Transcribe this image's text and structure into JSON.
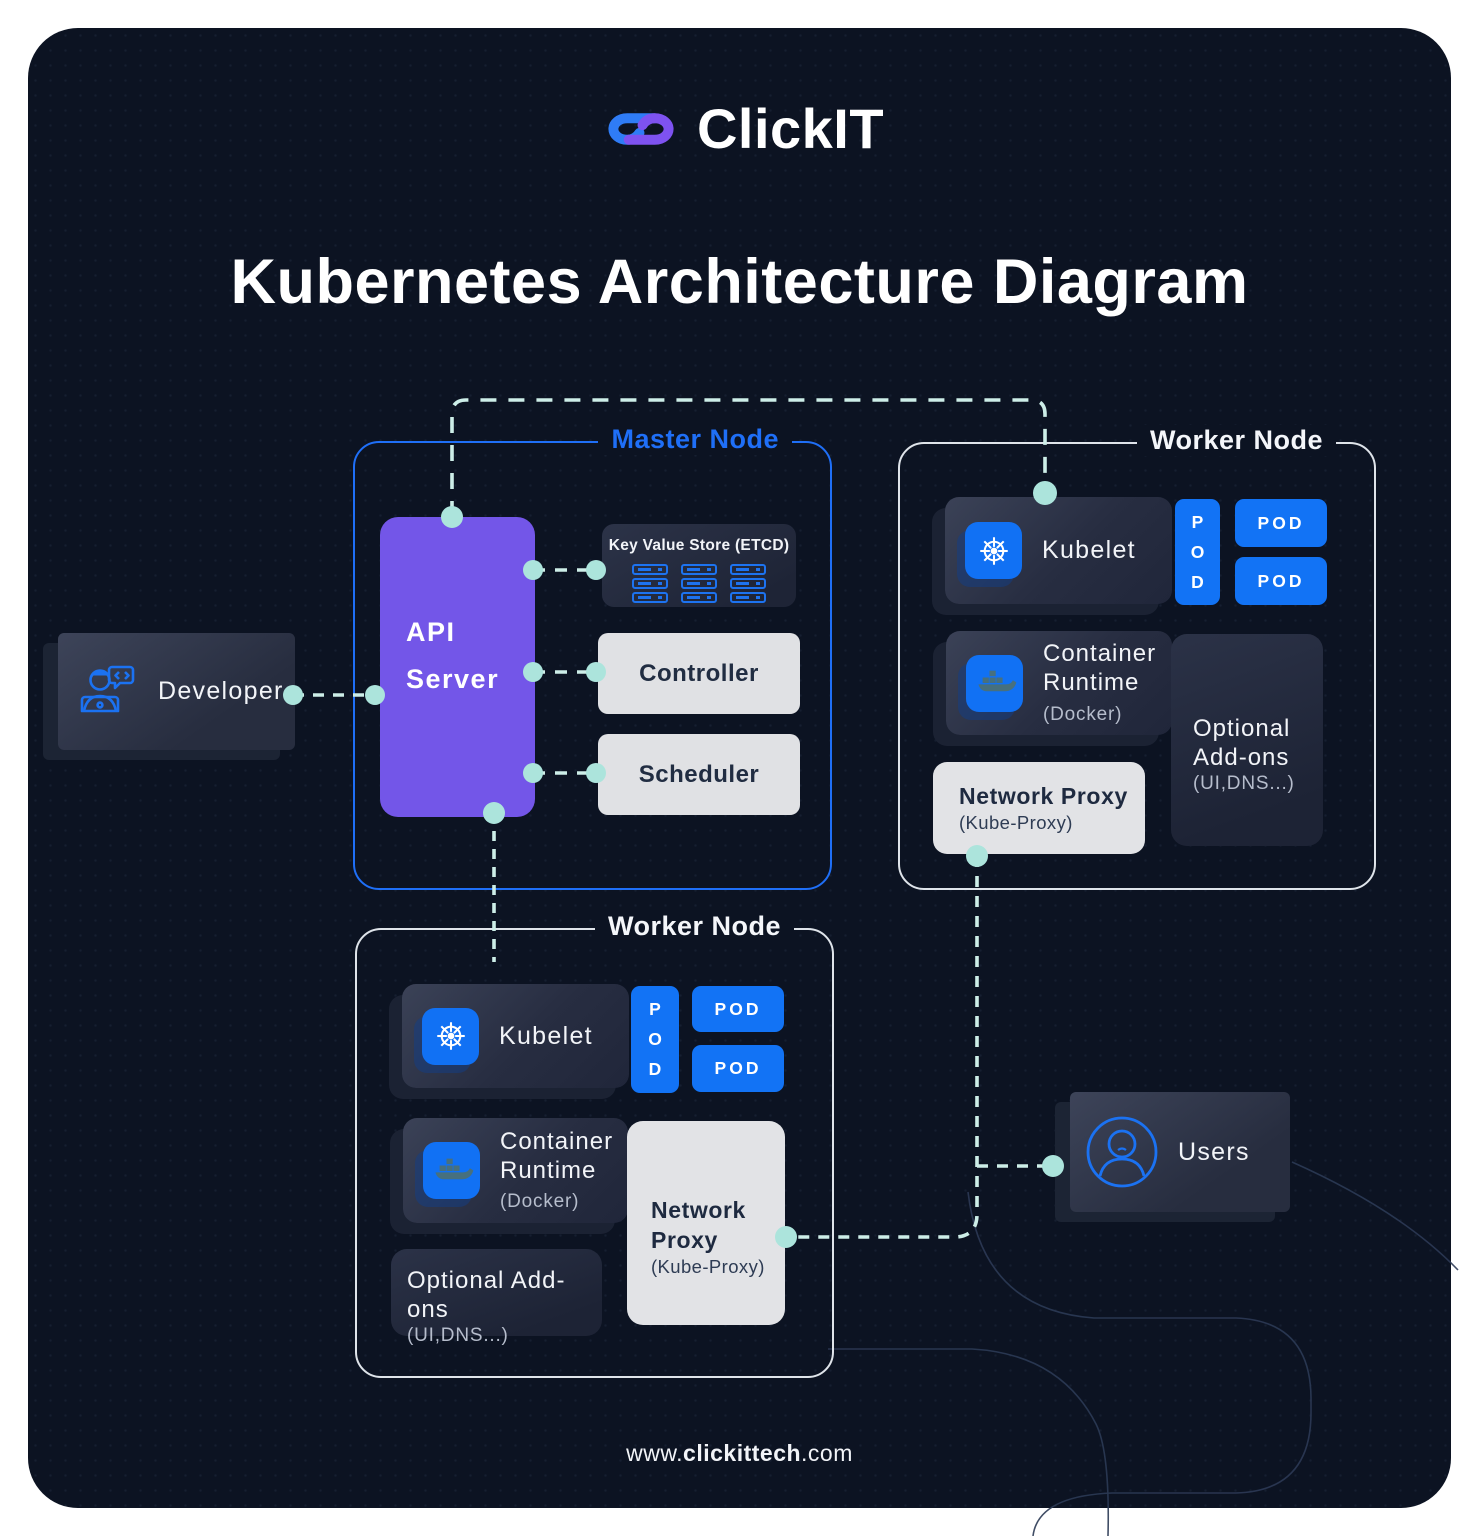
{
  "logo": {
    "brand": "ClickIT"
  },
  "title": "Kubernetes Architecture Diagram",
  "master": {
    "label": "Master Node",
    "api_line1": "API",
    "api_line2": "Server",
    "etcd_title": "Key Value Store (ETCD)",
    "controller": "Controller",
    "scheduler": "Scheduler"
  },
  "worker_right": {
    "label": "Worker Node",
    "kubelet": "Kubelet",
    "pod_letters": [
      "P",
      "O",
      "D"
    ],
    "pod1": "POD",
    "pod2": "POD",
    "cr_title": "Container Runtime",
    "cr_sub": "(Docker)",
    "oa_line1": "Optional",
    "oa_line2": "Add-ons",
    "oa_sub": "(UI,DNS...)",
    "np_title": "Network Proxy",
    "np_sub": "(Kube-Proxy)"
  },
  "worker_bottom": {
    "label": "Worker Node",
    "kubelet": "Kubelet",
    "pod_letters": [
      "P",
      "O",
      "D"
    ],
    "pod1": "POD",
    "pod2": "POD",
    "cr_title": "Container Runtime",
    "cr_sub": "(Docker)",
    "oa_title": "Optional Add-ons",
    "oa_sub": "(UI,DNS...)",
    "np_line1": "Network",
    "np_line2": "Proxy",
    "np_sub": "(Kube-Proxy)"
  },
  "developer": {
    "label": "Developer"
  },
  "users": {
    "label": "Users"
  },
  "footer": {
    "prefix": "www.",
    "domain": "clickittech",
    "suffix": ".com"
  },
  "colors": {
    "background": "#0c1322",
    "accent_blue": "#1f6ff7",
    "pod_blue": "#1273f5",
    "api_purple": "#7356e8",
    "dot_teal": "#ace4dc",
    "dash_teal": "#cdeee8",
    "light_panel": "#e2e3e6",
    "logo_blue": "#2f7cf6",
    "logo_purple": "#7e52f0"
  }
}
